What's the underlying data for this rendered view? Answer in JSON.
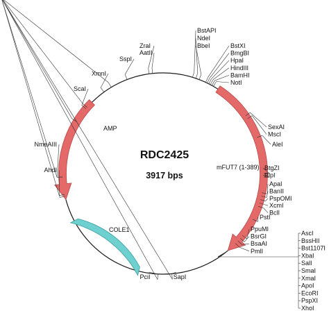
{
  "plasmid": {
    "name": "RDC2425",
    "size_label": "3917 bps"
  },
  "features": [
    {
      "id": "amp",
      "label": "AMP",
      "color": "#e46a6a",
      "kind": "arrow"
    },
    {
      "id": "mfut7",
      "label": "mFUT7 (1-389)",
      "color": "#e46a6a",
      "kind": "arrow"
    },
    {
      "id": "cole1",
      "label": "COLE1",
      "color": "#6fd0d0",
      "kind": "block"
    }
  ],
  "sites": {
    "top_right_group_a": [
      "BstAPI",
      "NdeI",
      "BbeI"
    ],
    "top_right_group_b": [
      "BstXI",
      "BmgBI",
      "HpaI",
      "HindIII",
      "BamHI",
      "NotI"
    ],
    "right_upper": [
      "SexAI",
      "MscI"
    ],
    "right_single": [
      "AleI"
    ],
    "right_middle": [
      "BtgZI",
      "BlpI"
    ],
    "right_lower": [
      "ApaI",
      "BanII",
      "PspOMI",
      "XcmI",
      "BclI"
    ],
    "right_bottom": [
      "PstI"
    ],
    "bottom_right": [
      "PpuMI",
      "BsrGI",
      "BsaAI",
      "PmlI"
    ],
    "far_right_column": [
      "AscI",
      "BssHII",
      "Bst1107I",
      "XbaI",
      "SalI",
      "SmaI",
      "XmaI",
      "ApoI",
      "EcoRI",
      "PspXI",
      "XhoI"
    ],
    "top_left": [
      "ZraI",
      "AatII"
    ],
    "left_sites": [
      "SspI",
      "XmnI",
      "ScaI",
      "NmeAIII",
      "AhdI"
    ],
    "bottom": [
      "PciI",
      "SapI"
    ]
  }
}
